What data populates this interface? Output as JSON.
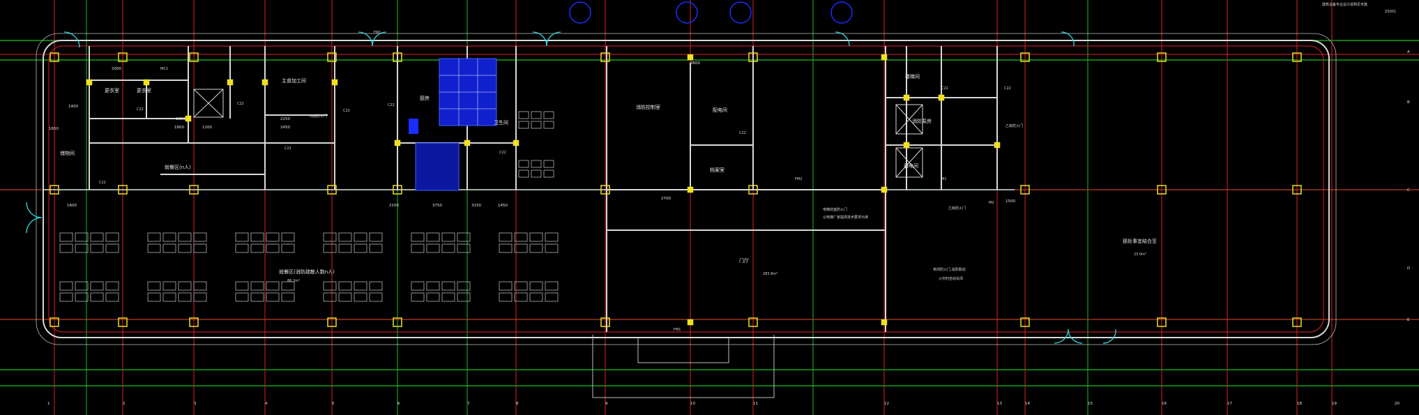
{
  "colors": {
    "background": "#000000",
    "axis_green": "#19c21f",
    "axis_red": "#e0202a",
    "wall_white": "#d9d9d9",
    "column_yellow": "#f0e020",
    "door_cyan": "#2fd9e0",
    "sprinkler_blue": "#1a2dff"
  },
  "rooms": {
    "r1": "更衣室",
    "r2": "更衣室",
    "r3": "主食加工间",
    "r4": "储物间",
    "r5": "就餐区(n人)",
    "r6": "厨房",
    "r7": "卫生间",
    "r8": "配电间",
    "r9": "消防控制室",
    "r10": "门厅",
    "r11": "就餐区(消防疏散人数n人)",
    "r12": "那处事宜结合至",
    "r13": "消防泵房",
    "r14": "楼梯间",
    "r15": "弱电间",
    "r16": "档案室"
  },
  "areas": {
    "dining": "86.2m²",
    "lobby": "283.8m²",
    "right_hall": "23.0m²"
  },
  "notes": {
    "n1": "电梯前室防火门",
    "n2": "以电梯厂家提供技术要求为准",
    "n3": "常闭防火门,消防联动",
    "n4": "火灾时自动关闭",
    "n5": "乙级防火门",
    "n6": "乙级防火门",
    "n7": "丙级防火门"
  },
  "door_tags": [
    "C22",
    "C22",
    "C22",
    "C22",
    "C22",
    "C22",
    "C22",
    "C22",
    "C22",
    "C22",
    "FM1",
    "FM1",
    "FM2",
    "M1",
    "M2",
    "MC1"
  ],
  "dimensions": [
    "1400",
    "2000",
    "1800",
    "2450",
    "1650",
    "2700",
    "3750",
    "1500",
    "1600",
    "2250",
    "3150",
    "1850",
    "2150",
    "1450",
    "1200",
    "3600"
  ],
  "title_block": {
    "top_right": "建筑设备专业设计说明见专篇",
    "sheet": "ZS001"
  },
  "axis_labels": [
    "1",
    "2",
    "3",
    "4",
    "5",
    "6",
    "7",
    "8",
    "9",
    "10",
    "11",
    "12",
    "13",
    "14",
    "15",
    "16",
    "17",
    "18",
    "19",
    "20",
    "A",
    "B",
    "C",
    "D",
    "E"
  ]
}
